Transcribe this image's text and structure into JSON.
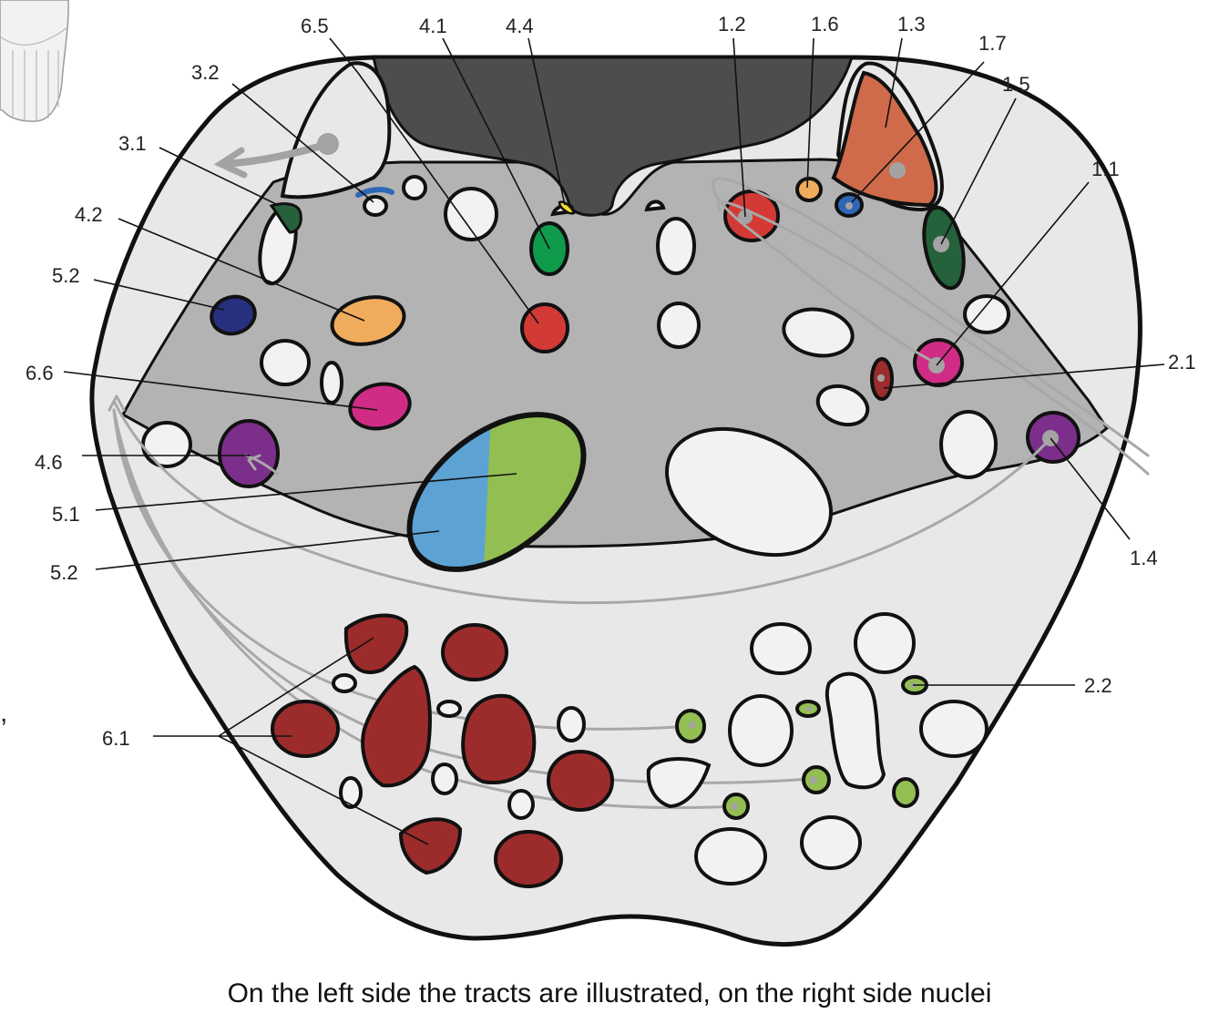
{
  "caption": "On the left side the tracts are illustrated, on the right side nuclei",
  "colors": {
    "outer_tissue": "#e8e8e8",
    "grey_matter": "#b3b3b3",
    "ventricle": "#4d4d4d",
    "red_tract": "#d33a35",
    "dark_red": "#9c2c2c",
    "green": "#0f9a4c",
    "dark_green": "#25613a",
    "orange": "#f0ac5c",
    "rust": "#cf6b4a",
    "navy": "#27307f",
    "blue": "#2e67b5",
    "yellow": "#f3dd2a",
    "magenta": "#d02c86",
    "purple": "#7c2f8a",
    "light_green": "#93bf52",
    "light_blue": "#5ca3d4",
    "dot": "#a3a3a3"
  },
  "labels": [
    {
      "id": "l-6-5",
      "text": "6.5"
    },
    {
      "id": "l-4-1",
      "text": "4.1"
    },
    {
      "id": "l-4-4",
      "text": "4.4"
    },
    {
      "id": "l-1-2",
      "text": "1.2"
    },
    {
      "id": "l-1-6",
      "text": "1.6"
    },
    {
      "id": "l-1-3",
      "text": "1.3"
    },
    {
      "id": "l-1-7",
      "text": "1.7"
    },
    {
      "id": "l-1-5",
      "text": "1.5"
    },
    {
      "id": "l-3-2",
      "text": "3.2"
    },
    {
      "id": "l-3-1",
      "text": "3.1"
    },
    {
      "id": "l-4-2",
      "text": "4.2"
    },
    {
      "id": "l-5-2a",
      "text": "5.2"
    },
    {
      "id": "l-1-1",
      "text": "1.1"
    },
    {
      "id": "l-6-6",
      "text": "6.6"
    },
    {
      "id": "l-2-1",
      "text": "2.1"
    },
    {
      "id": "l-4-6",
      "text": "4.6"
    },
    {
      "id": "l-5-1",
      "text": "5.1"
    },
    {
      "id": "l-5-2b",
      "text": "5.2"
    },
    {
      "id": "l-1-4",
      "text": "1.4"
    },
    {
      "id": "l-2-2",
      "text": "2.2"
    },
    {
      "id": "l-6-1",
      "text": "6.1"
    }
  ],
  "fragment_left": ","
}
